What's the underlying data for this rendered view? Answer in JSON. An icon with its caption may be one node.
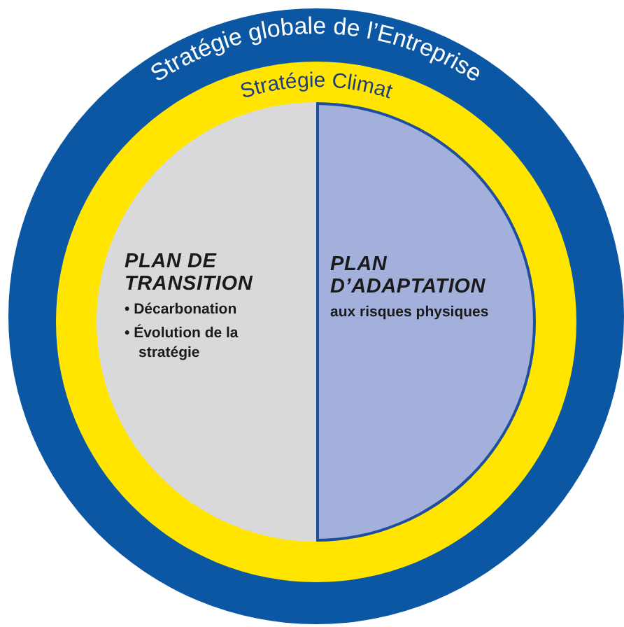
{
  "diagram": {
    "nodes": [
      {
        "text": [
          "Stratégie globale de l’Entreprise"
        ]
      },
      {
        "text": [
          "Stratégie Climat"
        ],
        "in": 0
      },
      {
        "text": [
          "PLAN DE TRANSITION",
          "• Décarbonation",
          "• Évolution de la stratégie"
        ],
        "in": 1
      },
      {
        "text": [
          "PLAN D’ADAPTATION",
          "aux risques physiques"
        ],
        "in": 1
      }
    ]
  }
}
